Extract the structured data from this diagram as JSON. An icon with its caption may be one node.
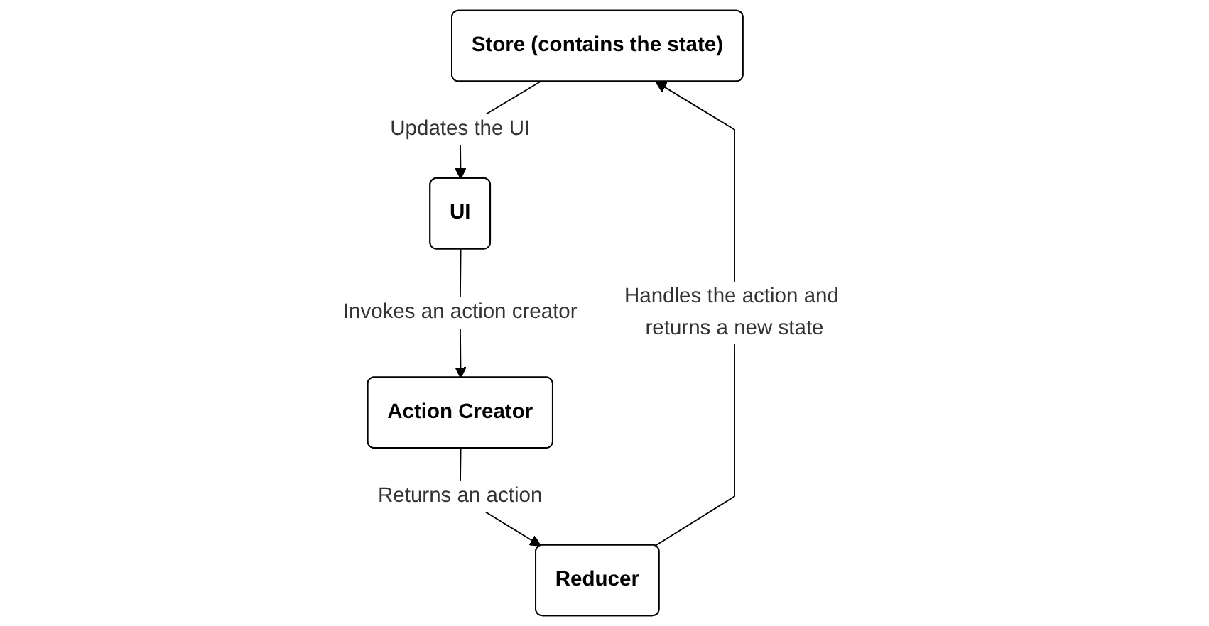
{
  "diagram": {
    "nodes": [
      {
        "text": [
          "Store (contains the state)"
        ]
      },
      {
        "text": [
          "UI"
        ]
      },
      {
        "text": [
          "Action Creator"
        ]
      },
      {
        "text": [
          "Reducer"
        ]
      }
    ],
    "edges": [
      {
        "from": 0,
        "to": 1,
        "arrow": "to",
        "label": "Updates the UI"
      },
      {
        "from": 1,
        "to": 2,
        "arrow": "to",
        "label": "Invokes an action creator"
      },
      {
        "from": 2,
        "to": 3,
        "arrow": "to",
        "label": "Returns an action"
      },
      {
        "from": 3,
        "to": 0,
        "arrow": "to",
        "label": "Handles the action and returns a new state"
      }
    ]
  }
}
